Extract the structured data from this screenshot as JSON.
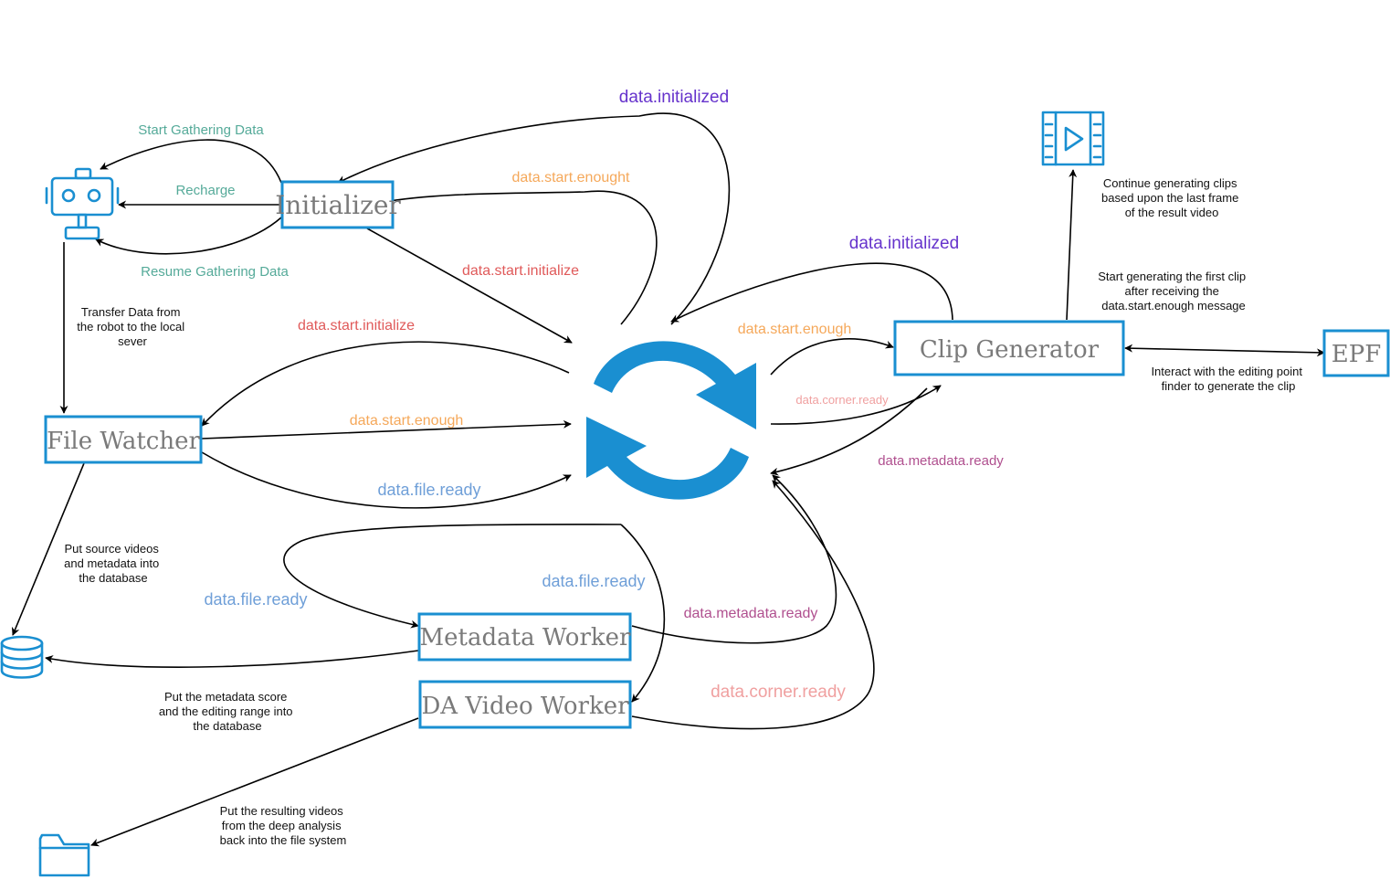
{
  "colors": {
    "box_border": "#1a8fd1",
    "node_text": "#7a7a7a",
    "purple": "#6633cc",
    "orange": "#f5a85a",
    "red": "#e05a5a",
    "teal": "#55aa99",
    "blue": "#6f9fd8",
    "pink": "#f0a0a0",
    "magenta": "#b0508f",
    "sync": "#1194d8"
  },
  "nodes": {
    "initializer": "Initializer",
    "file_watcher": "File Watcher",
    "clip_generator": "Clip Generator",
    "epf": "EPF",
    "metadata_worker": "Metadata Worker",
    "da_video_worker": "DA Video Worker"
  },
  "icons": {
    "robot": "robot-icon",
    "database": "database-icon",
    "folder": "folder-icon",
    "video": "video-icon",
    "sync": "sync-icon"
  },
  "edges": {
    "start_gathering": "Start Gathering Data",
    "recharge": "Recharge",
    "resume_gathering": "Resume Gathering Data",
    "init_data_initialized": "data.initialized",
    "init_start_enought": "data.start.enought",
    "init_start_initialize": "data.start.initialize",
    "fw_start_initialize": "data.start.initialize",
    "fw_start_enough": "data.start.enough",
    "fw_file_ready": "data.file.ready",
    "cg_data_initialized": "data.initialized",
    "cg_start_enough": "data.start.enough",
    "cg_corner_ready": "data.corner.ready",
    "cg_metadata_ready": "data.metadata.ready",
    "mw_file_ready": "data.file.ready",
    "dw_file_ready": "data.file.ready",
    "mw_metadata_ready": "data.metadata.ready",
    "dw_corner_ready": "data.corner.ready"
  },
  "notes": {
    "transfer": [
      "Transfer Data from",
      "the robot to the local",
      "sever"
    ],
    "put_source": [
      "Put source videos",
      "and metadata into",
      "the database"
    ],
    "put_metadata": [
      "Put the metadata score",
      "and the editing range into",
      "the database"
    ],
    "put_results": [
      "Put the resulting videos",
      "from the deep analysis",
      "back into the file system"
    ],
    "continue_clips": [
      "Continue generating clips",
      "based upon the last frame",
      "of the result video"
    ],
    "start_first_clip": [
      "Start generating the first clip",
      "after receiving the",
      "data.start.enough message"
    ],
    "interact_epf": [
      "Interact with the editing point",
      "finder to generate the clip"
    ]
  }
}
